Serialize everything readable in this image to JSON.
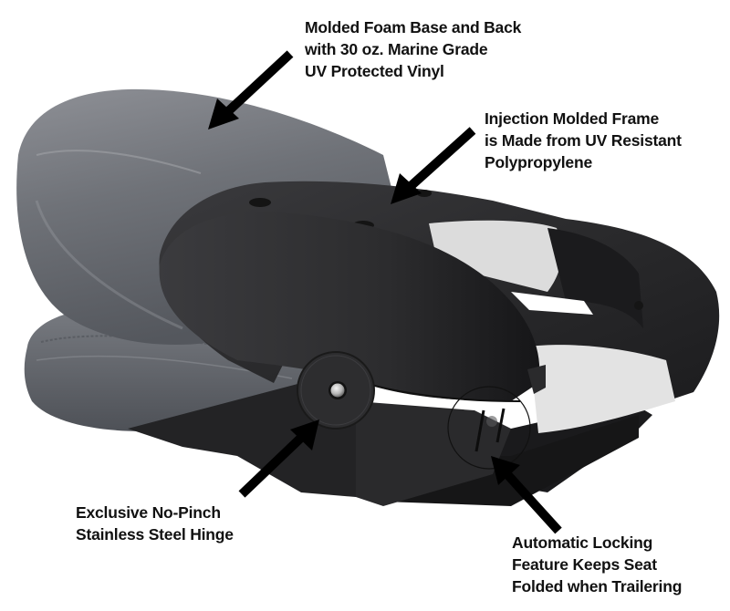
{
  "image": {
    "subject": "Folded boat seat with feature callouts",
    "background_color": "#ffffff"
  },
  "callouts": {
    "foam": {
      "lines": [
        "Molded Foam Base and Back",
        "with 30 oz. Marine Grade",
        "UV Protected Vinyl"
      ]
    },
    "frame": {
      "lines": [
        "Injection Molded Frame",
        "is Made from UV Resistant",
        "Polypropylene"
      ]
    },
    "hinge": {
      "lines": [
        "Exclusive No-Pinch",
        "Stainless Steel Hinge"
      ]
    },
    "lock": {
      "lines": [
        "Automatic Locking",
        "Feature Keeps Seat",
        "Folded when Trailering"
      ]
    }
  },
  "colors": {
    "text": "#111111",
    "arrow": "#000000",
    "vinyl_gray": "#6e7177",
    "vinyl_light": "#9a9ca1",
    "frame_black": "#2b2b2d",
    "cushion_white": "#e6e6e6"
  }
}
